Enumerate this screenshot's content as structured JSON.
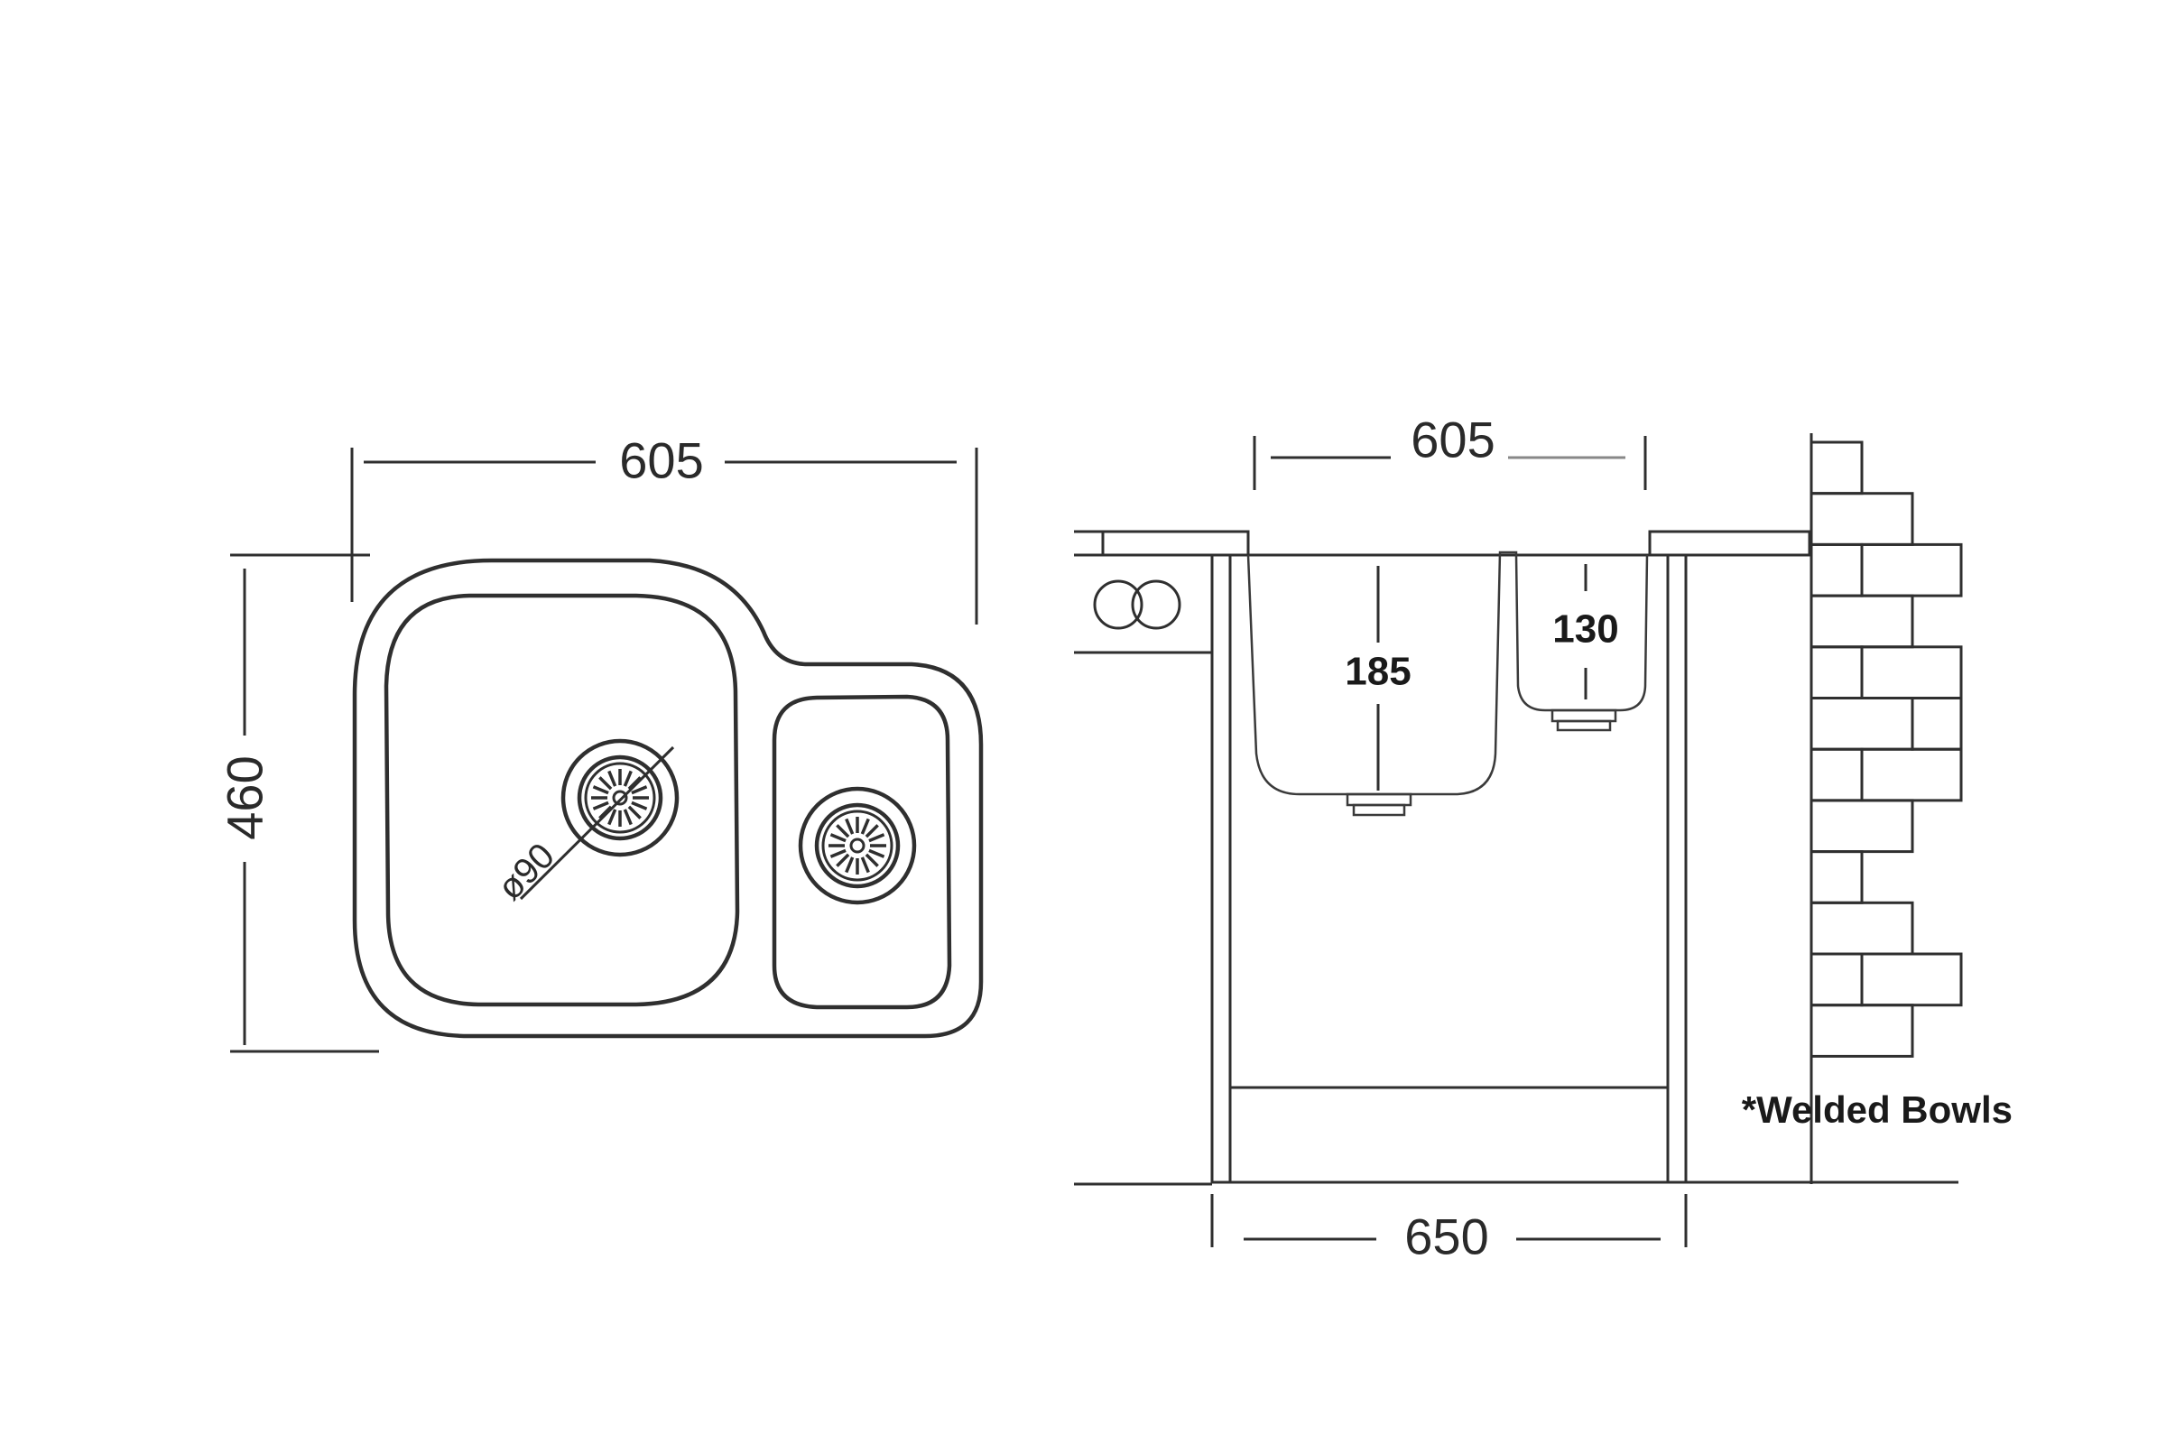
{
  "plan_view": {
    "width_label": "605",
    "depth_label": "460",
    "drain_diameter_label": "ø90"
  },
  "section_view": {
    "sink_width_label": "605",
    "main_bowl_depth_label": "185",
    "second_bowl_depth_label": "130",
    "cabinet_width_label": "650"
  },
  "note": "*Welded Bowls",
  "colors": {
    "line": "#2f2f2f",
    "background": "#ffffff"
  }
}
